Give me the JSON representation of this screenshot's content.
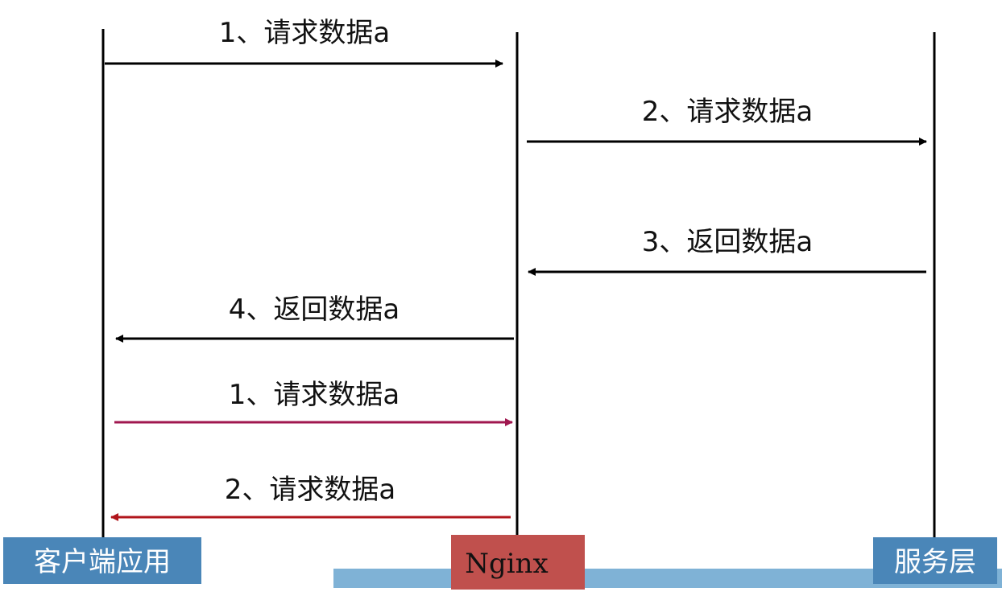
{
  "actors": {
    "client": {
      "label": "客户端应用",
      "color": "#4a86b8"
    },
    "nginx": {
      "label": "Nginx",
      "color": "#c0504d"
    },
    "service": {
      "label": "服务层",
      "color": "#4a86b8"
    }
  },
  "messages": [
    {
      "label": "1、请求数据a",
      "color": "#000000"
    },
    {
      "label": "2、请求数据a",
      "color": "#000000"
    },
    {
      "label": "3、返回数据a",
      "color": "#000000"
    },
    {
      "label": "4、返回数据a",
      "color": "#000000"
    },
    {
      "label": "1、请求数据a",
      "color": "#a0174f"
    },
    {
      "label": "2、请求数据a",
      "color": "#b0151b"
    }
  ],
  "colors": {
    "bottom_bar": "#7fb2d6"
  }
}
